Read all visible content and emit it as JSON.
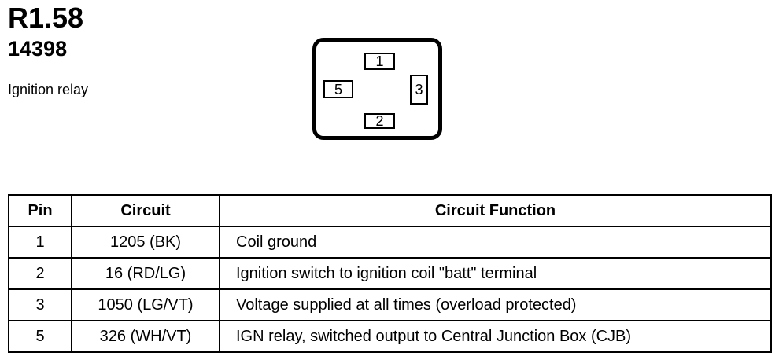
{
  "header": {
    "relay_id": "R1.58",
    "part_number": "14398",
    "description": "Ignition relay"
  },
  "connector": {
    "pins": [
      {
        "label": "1",
        "position": "top"
      },
      {
        "label": "5",
        "position": "left"
      },
      {
        "label": "3",
        "position": "right"
      },
      {
        "label": "2",
        "position": "bottom"
      }
    ]
  },
  "table": {
    "columns": [
      "Pin",
      "Circuit",
      "Circuit Function"
    ],
    "rows": [
      {
        "pin": "1",
        "circuit": "1205 (BK)",
        "function": "Coil ground"
      },
      {
        "pin": "2",
        "circuit": "16 (RD/LG)",
        "function": "Ignition switch to ignition coil \"batt\" terminal"
      },
      {
        "pin": "3",
        "circuit": "1050 (LG/VT)",
        "function": "Voltage supplied at all times (overload protected)"
      },
      {
        "pin": "5",
        "circuit": "326 (WH/VT)",
        "function": "IGN relay, switched output to Central Junction Box (CJB)"
      }
    ]
  },
  "colors": {
    "foreground": "#000000",
    "background": "#ffffff"
  }
}
